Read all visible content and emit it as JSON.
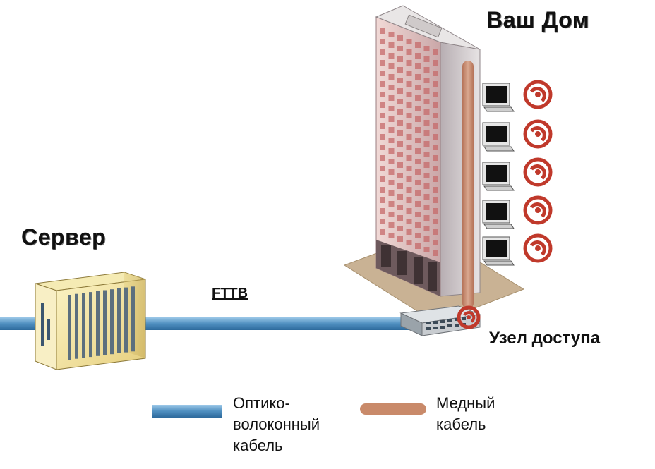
{
  "labels": {
    "home": "Ваш Дом",
    "server": "Сервер",
    "fttb": "FTTB",
    "access_node": "Узел доступа"
  },
  "legend": {
    "fiber_line1": "Оптико-",
    "fiber_line2": "волоконный",
    "fiber_line3": "кабель",
    "copper_line1": "Медный",
    "copper_line2": "кабель"
  },
  "colors": {
    "fiber": "#4f8fc0",
    "copper": "#c98a6a",
    "swirl": "#c0392b",
    "ground": "#c9b294"
  },
  "icons": {
    "server": "server-rack-icon",
    "building": "apartment-building-icon",
    "computer": "computer-monitor-icon",
    "signal": "swirl-signal-icon",
    "access_node": "network-switch-icon"
  }
}
